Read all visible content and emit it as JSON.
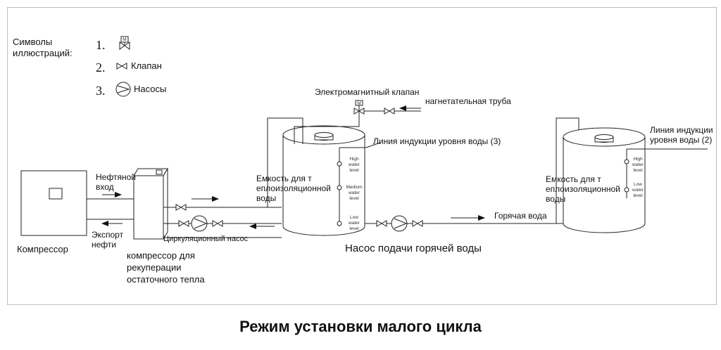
{
  "legend": {
    "title": "Символы иллюстраций:",
    "items": [
      {
        "num": "1.",
        "label": ""
      },
      {
        "num": "2.",
        "label": "Клапан"
      },
      {
        "num": "3.",
        "label": "Насосы"
      }
    ]
  },
  "labels": {
    "compressor": "Компрессор",
    "oil_inlet": "Нефтяной вход",
    "oil_export": "Экспорт нефти",
    "recovery_compressor": "компрессор для рекуперации остаточного тепла",
    "circulation_pump": "Циркуляционный насос",
    "tank_left": "Емкость для т еплоизоляционной воды",
    "tank_right": "Емкость для т еплоизоляционной воды",
    "solenoid_valve": "Электромагнитный клапан",
    "discharge_pipe": "нагнетательная труба",
    "level_line_3": "Линия индукции уровня воды (3)",
    "level_line_2": "Линия индукции уровня воды (2)",
    "hot_water_pump": "Насос подачи горячей воды",
    "hot_water": "Горячая вода",
    "motor_mark": "M"
  },
  "sensor_levels_left": [
    "High water level",
    "Medium water level",
    "Low water level"
  ],
  "sensor_levels_right": [
    "High water level",
    "Low water level"
  ],
  "caption": "Режим установки малого цикла"
}
